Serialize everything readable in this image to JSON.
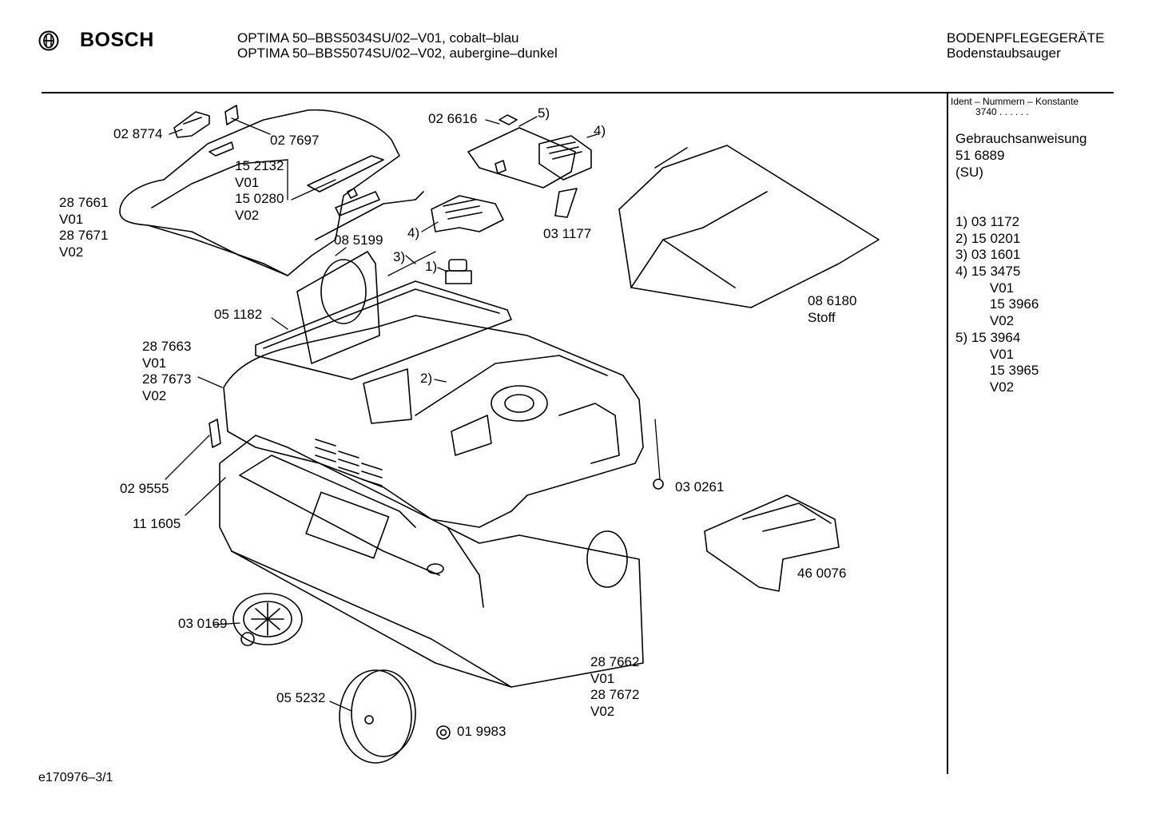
{
  "header": {
    "brand": "BOSCH",
    "model_line_1": "OPTIMA 50–BBS5034SU/02–V01, cobalt–blau",
    "model_line_2": "OPTIMA 50–BBS5074SU/02–V02, aubergine–dunkel",
    "category_line_1": "BODENPFLEGEGERÄTE",
    "category_line_2": "Bodenstaubsauger"
  },
  "sidebar": {
    "ident_label": "Ident – Nummern – Konstante",
    "ident_value": "3740  . .    . . . .",
    "manual_title": "Gebrauchsanweisung",
    "manual_number": "51 6889",
    "manual_variant": "(SU)",
    "footnotes": [
      "1) 03 1172",
      "2) 15 0201",
      "3) 03 1601",
      "4) 15 3475",
      "    V01",
      "    15 3966",
      "    V02",
      "5) 15 3964",
      "    V01",
      "    15 3965",
      "    V02"
    ]
  },
  "parts": {
    "p028774": "02 8774",
    "p027697": "02 7697",
    "p152132_block": [
      "15 2132",
      "V01",
      "15 0280",
      "V02"
    ],
    "p287661_block": [
      "28 7661",
      "V01",
      "28 7671",
      "V02"
    ],
    "p026616": "02 6616",
    "mark5": "5)",
    "mark4a": "4)",
    "mark4b": "4)",
    "p031177": "03 1177",
    "p085199": "08 5199",
    "mark3": "3)",
    "mark1": "1)",
    "mark2": "2)",
    "p051182": "05 1182",
    "p287663_block": [
      "28 7663",
      "V01",
      "28 7673",
      "V02"
    ],
    "p086180_block": [
      "08 6180",
      "Stoff"
    ],
    "p029555": "02 9555",
    "p111605": "11 1605",
    "p030261": "03 0261",
    "p460076": "46 0076",
    "p030169": "03 0169",
    "p287662_block": [
      "28 7662",
      "V01",
      "28 7672",
      "V02"
    ],
    "p055232": "05 5232",
    "p019983": "01 9983"
  },
  "footer": {
    "doc_id": "e170976–3/1"
  }
}
